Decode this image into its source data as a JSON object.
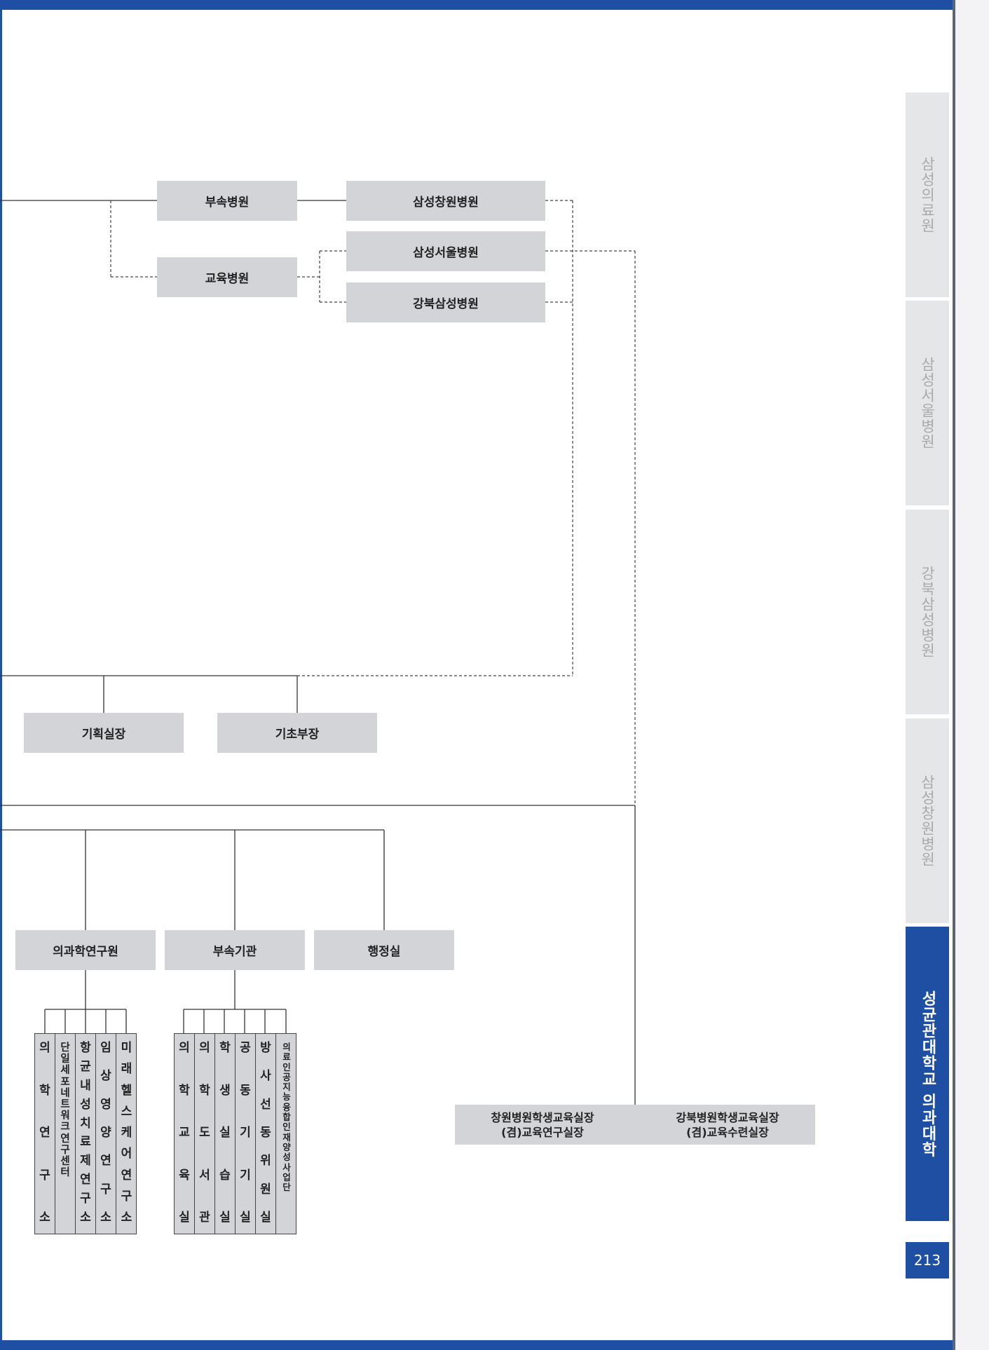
{
  "hospitals": {
    "affiliated": "부속병원",
    "teaching": "교육병원",
    "changwon": "삼성창원병원",
    "seoul": "삼성서울병원",
    "kangbuk": "강북삼성병원"
  },
  "offices": {
    "planning": "기획실장",
    "basic": "기초부장"
  },
  "divisions": {
    "institute": "의과학연구원",
    "affiliates": "부속기관",
    "admin": "행정실"
  },
  "institute_units": [
    [
      "의",
      "학",
      "연",
      "구",
      "소"
    ],
    [
      "단",
      "일",
      "세",
      "포",
      "네",
      "트",
      "워",
      "크",
      "연",
      "구",
      "센",
      "터"
    ],
    [
      "항",
      "균",
      "내",
      "성",
      "치",
      "료",
      "제",
      "연",
      "구",
      "소"
    ],
    [
      "임",
      "상",
      "영",
      "양",
      "연",
      "구",
      "소"
    ],
    [
      "미",
      "래",
      "헬",
      "스",
      "케",
      "어",
      "연",
      "구",
      "소"
    ]
  ],
  "affiliate_units": [
    [
      "의",
      "학",
      "교",
      "육",
      "실"
    ],
    [
      "의",
      "학",
      "도",
      "서",
      "관"
    ],
    [
      "학",
      "생",
      "실",
      "습",
      "실"
    ],
    [
      "공",
      "동",
      "기",
      "기",
      "실"
    ],
    [
      "방",
      "사",
      "선",
      "동",
      "위",
      "원",
      "실"
    ],
    [
      "의",
      "료",
      "인",
      "공",
      "지",
      "능",
      "융",
      "합",
      "인",
      "재",
      "양",
      "성",
      "사",
      "업",
      "단"
    ]
  ],
  "education_offices": {
    "left_line1": "창원병원학생교육실장",
    "left_line2": "(겸)교육연구실장",
    "right_line1": "강북병원학생교육실장",
    "right_line2": "(겸)교육수련실장"
  },
  "side_tabs": [
    "삼성의료원",
    "삼성서울병원",
    "강북삼성병원",
    "삼성창원병원",
    "성균관대학교 의과대학"
  ],
  "page_number": "213",
  "colors": {
    "accent": "#1e4fa3",
    "box": "#d3d4d7",
    "tab": "#e5e6e8"
  }
}
